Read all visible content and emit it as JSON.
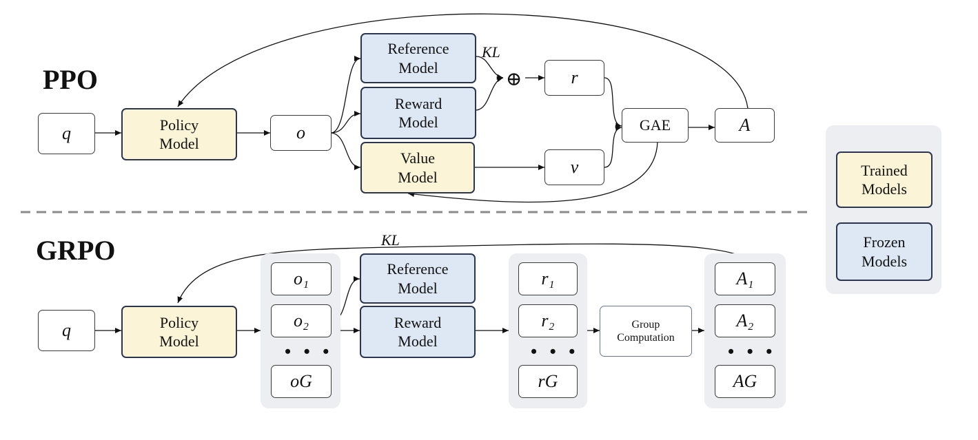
{
  "ppo": {
    "title": "PPO",
    "q": "q",
    "policy": "Policy\nModel",
    "o": "o",
    "reference": "Reference\nModel",
    "reward": "Reward\nModel",
    "value": "Value\nModel",
    "kl": "KL",
    "oplus": "⊕",
    "r": "r",
    "v": "v",
    "gae": "GAE",
    "a": "A"
  },
  "grpo": {
    "title": "GRPO",
    "q": "q",
    "policy": "Policy\nModel",
    "kl": "KL",
    "o1": "o₁",
    "o2": "o₂",
    "oG": "oG",
    "odots": "• • •",
    "reference": "Reference\nModel",
    "reward": "Reward\nModel",
    "r1": "r₁",
    "r2": "r₂",
    "rG": "rG",
    "rdots": "• • •",
    "group": "Group\nComputation",
    "a1": "A₁",
    "a2": "A₂",
    "aG": "AG",
    "adots": "• • •"
  },
  "legend": {
    "trained": "Trained\nModels",
    "frozen": "Frozen\nModels"
  },
  "colors": {
    "trained": "#fbf4d6",
    "frozen": "#dde8f4",
    "group_bg": "#eceef1"
  }
}
